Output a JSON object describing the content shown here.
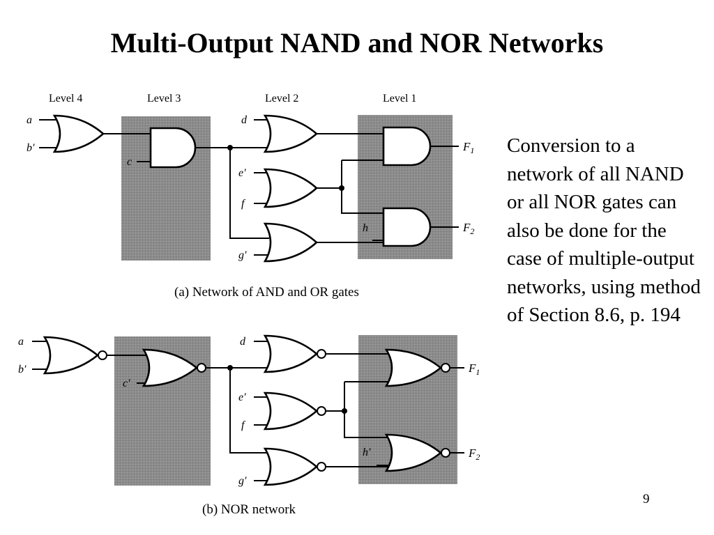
{
  "slide": {
    "title": "Multi-Output NAND and NOR Networks",
    "body_text": "Conversion to a network of all NAND or all NOR gates can also be done for the case of multiple-output networks, using method of Section 8.6, p. 194",
    "page_number": "9"
  },
  "figure_a": {
    "caption": "(a) Network of AND and OR gates",
    "levels": [
      "Level 4",
      "Level 3",
      "Level 2",
      "Level 1"
    ],
    "inputs": {
      "a": "a",
      "b": "b′",
      "c": "c",
      "d": "d",
      "e": "e′",
      "f": "f",
      "g": "g′",
      "h": "h"
    },
    "outputs": {
      "f1": "F",
      "f1_sub": "1",
      "f2": "F",
      "f2_sub": "2"
    }
  },
  "figure_b": {
    "caption": "(b) NOR network",
    "inputs": {
      "a": "a",
      "b": "b′",
      "c": "c′",
      "d": "d",
      "e": "e′",
      "f": "f",
      "g": "g′",
      "h": "h′"
    },
    "outputs": {
      "f1": "F",
      "f1_sub": "1",
      "f2": "F",
      "f2_sub": "2"
    }
  },
  "colors": {
    "shading": "#8c8c8c",
    "ink": "#000000",
    "background": "#ffffff"
  }
}
